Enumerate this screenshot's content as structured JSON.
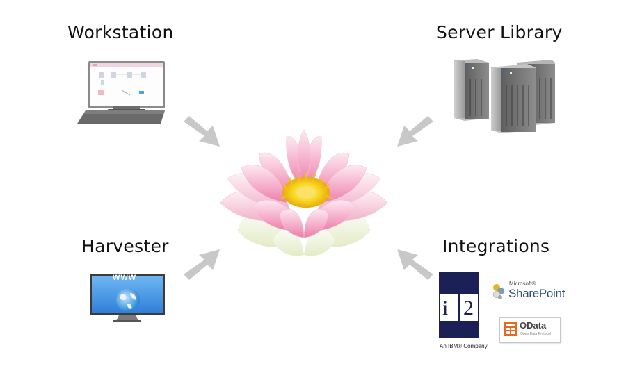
{
  "labels": {
    "workstation": "Workstation",
    "server_library": "Server Library",
    "harvester": "Harvester",
    "integrations": "Integrations"
  },
  "harvester": {
    "screen_text": "WWW"
  },
  "integrations": {
    "i2_letter_i": "i",
    "i2_letter_2": "2",
    "i2_tagline": "An IBM® Company",
    "sharepoint_prefix": "Microsoft®",
    "sharepoint_name": "SharePoint",
    "odata_name": "OData",
    "odata_subtitle": "Open Data Protocol"
  },
  "icons": [
    "workstation-icon",
    "server-icon",
    "globe-monitor-icon",
    "lotus-flower",
    "arrow-icon"
  ],
  "colors": {
    "arrow": "#c8c8c8",
    "petal_pink": "#f19bbd",
    "petal_light": "#fbe3ec",
    "stamen": "#f7d41d",
    "monitor_blue": "#3b8ee6",
    "i2_navy": "#1b2157",
    "sharepoint_blue": "#2e4d7e",
    "odata_orange": "#e8681e"
  }
}
